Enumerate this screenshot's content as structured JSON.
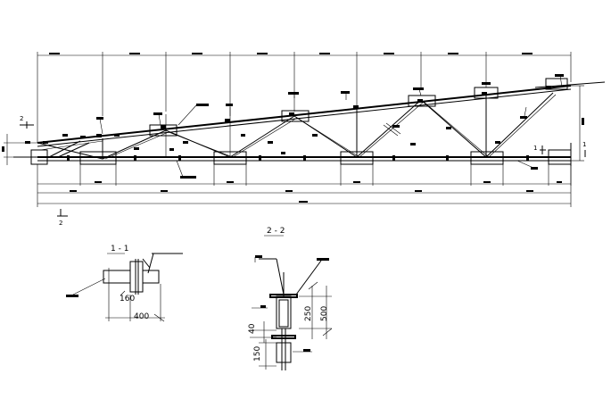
{
  "drawing": {
    "section_11": {
      "title": "1 - 1",
      "dim_a": "160",
      "dim_b": "400"
    },
    "section_22": {
      "title": "2 - 2",
      "dim_a": "250",
      "dim_b": "500",
      "dim_c": "40",
      "dim_d": "150"
    },
    "truss": {
      "section_markers": [
        "1",
        "2",
        "2",
        "1"
      ]
    }
  }
}
